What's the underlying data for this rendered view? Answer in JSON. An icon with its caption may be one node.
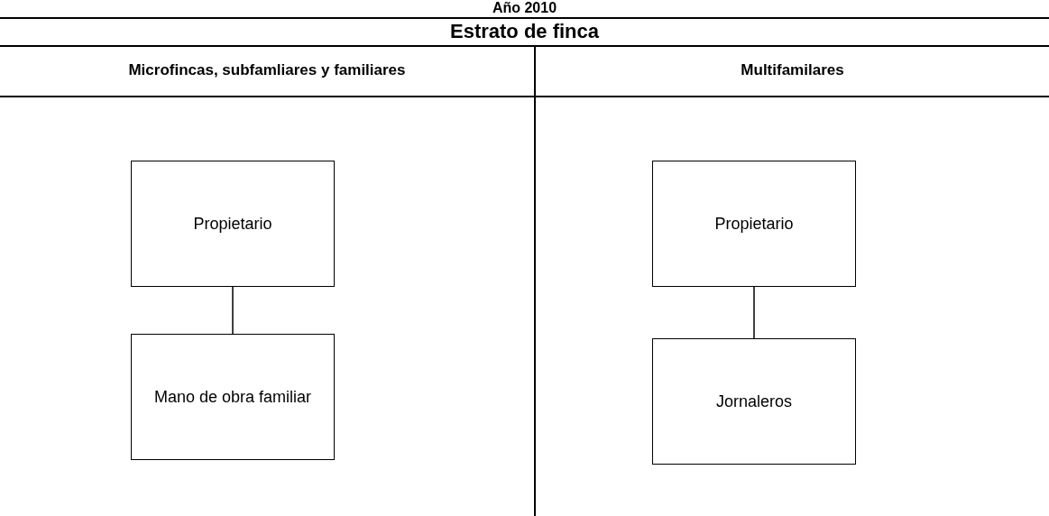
{
  "diagram": {
    "title": "Año 2010",
    "nodes": [
      {
        "text": [
          "Propietario"
        ]
      },
      {
        "text": [
          "Mano de obra familiar"
        ]
      },
      {
        "text": [
          "Propietario"
        ]
      },
      {
        "text": [
          "Jornaleros"
        ]
      }
    ],
    "edges": [
      {
        "from": 0,
        "to": 1,
        "arrow": "none"
      },
      {
        "from": 2,
        "to": 3,
        "arrow": "none"
      }
    ],
    "labels": [
      "Estrato de finca",
      "Microfincas, subfamliares y familiares",
      "Multifamilares"
    ]
  }
}
